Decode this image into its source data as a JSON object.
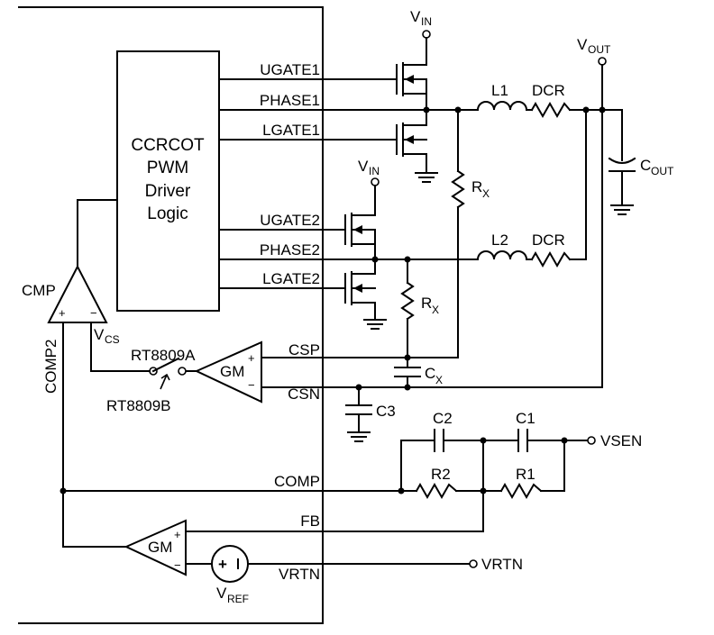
{
  "driver_block": {
    "line1": "CCRCOT",
    "line2": "PWM",
    "line3": "Driver",
    "line4": "Logic"
  },
  "pins": {
    "ugate1": "UGATE1",
    "phase1": "PHASE1",
    "lgate1": "LGATE1",
    "ugate2": "UGATE2",
    "phase2": "PHASE2",
    "lgate2": "LGATE2",
    "csp": "CSP",
    "csn": "CSN",
    "comp": "COMP",
    "fb": "FB",
    "vrtn_pin": "VRTN"
  },
  "labels": {
    "vin_main": "V",
    "vin_sub": "IN",
    "vout_main": "V",
    "vout_sub": "OUT",
    "cout_main": "C",
    "cout_sub": "OUT",
    "l1": "L1",
    "l2": "L2",
    "dcr": "DCR",
    "rx_main": "R",
    "rx_sub": "X",
    "cx_main": "C",
    "cx_sub": "X",
    "c3": "C3",
    "c2": "C2",
    "c1": "C1",
    "r2": "R2",
    "r1": "R1",
    "cmp": "CMP",
    "vcs_main": "V",
    "vcs_sub": "CS",
    "rt8809a": "RT8809A",
    "rt8809b": "RT8809B",
    "gm": "GM",
    "comp2": "COMP2",
    "vref_main": "V",
    "vref_sub": "REF",
    "vsen": "VSEN",
    "vrtn": "VRTN",
    "plus": "+",
    "minus": "−"
  }
}
